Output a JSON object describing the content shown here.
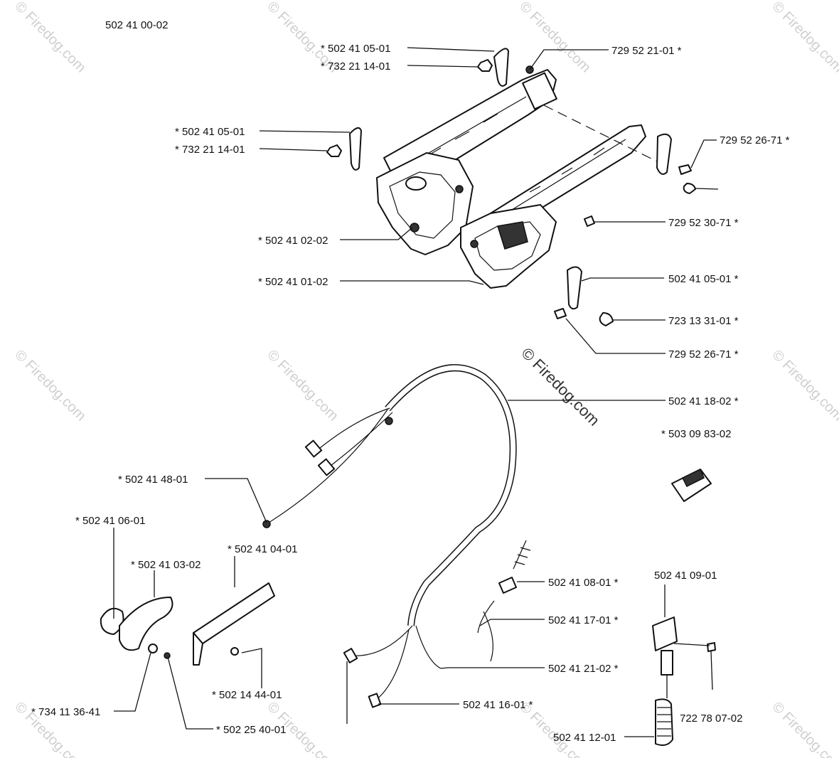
{
  "header": {
    "assembly_number": "502 41 00-02"
  },
  "watermark": {
    "text": "© Firedog.com",
    "main_text": "© Firedog.com"
  },
  "parts": [
    {
      "id": "p1",
      "label": "* 502 41 05-01"
    },
    {
      "id": "p2",
      "label": "* 732 21 14-01"
    },
    {
      "id": "p3",
      "label": "729 52 21-01 *"
    },
    {
      "id": "p4",
      "label": "* 502 41 05-01"
    },
    {
      "id": "p5",
      "label": "* 732 21 14-01"
    },
    {
      "id": "p6",
      "label": "729 52 26-71 *"
    },
    {
      "id": "p7",
      "label": "729 52 30-71 *"
    },
    {
      "id": "p8",
      "label": "* 502 41 02-02"
    },
    {
      "id": "p9",
      "label": "* 502 41 01-02"
    },
    {
      "id": "p10",
      "label": "502 41 05-01 *"
    },
    {
      "id": "p11",
      "label": "723 13 31-01 *"
    },
    {
      "id": "p12",
      "label": "729 52 26-71 *"
    },
    {
      "id": "p13",
      "label": "502 41 18-02 *"
    },
    {
      "id": "p14",
      "label": "* 503 09 83-02"
    },
    {
      "id": "p15",
      "label": "* 502 41 48-01"
    },
    {
      "id": "p16",
      "label": "* 502 41 06-01"
    },
    {
      "id": "p17",
      "label": "* 502 41 04-01"
    },
    {
      "id": "p18",
      "label": "* 502 41 03-02"
    },
    {
      "id": "p19",
      "label": "502 41 08-01 *"
    },
    {
      "id": "p20",
      "label": "502 41 09-01"
    },
    {
      "id": "p21",
      "label": "502 41 17-01 *"
    },
    {
      "id": "p22",
      "label": "502 41 21-02 *"
    },
    {
      "id": "p23",
      "label": "* 502 14 44-01"
    },
    {
      "id": "p24",
      "label": "502 41 16-01 *"
    },
    {
      "id": "p25",
      "label": "* 734 11 36-41"
    },
    {
      "id": "p26",
      "label": "* 502 25 40-01"
    },
    {
      "id": "p27",
      "label": "722 78 07-02"
    },
    {
      "id": "p28",
      "label": "502 41 12-01"
    }
  ]
}
